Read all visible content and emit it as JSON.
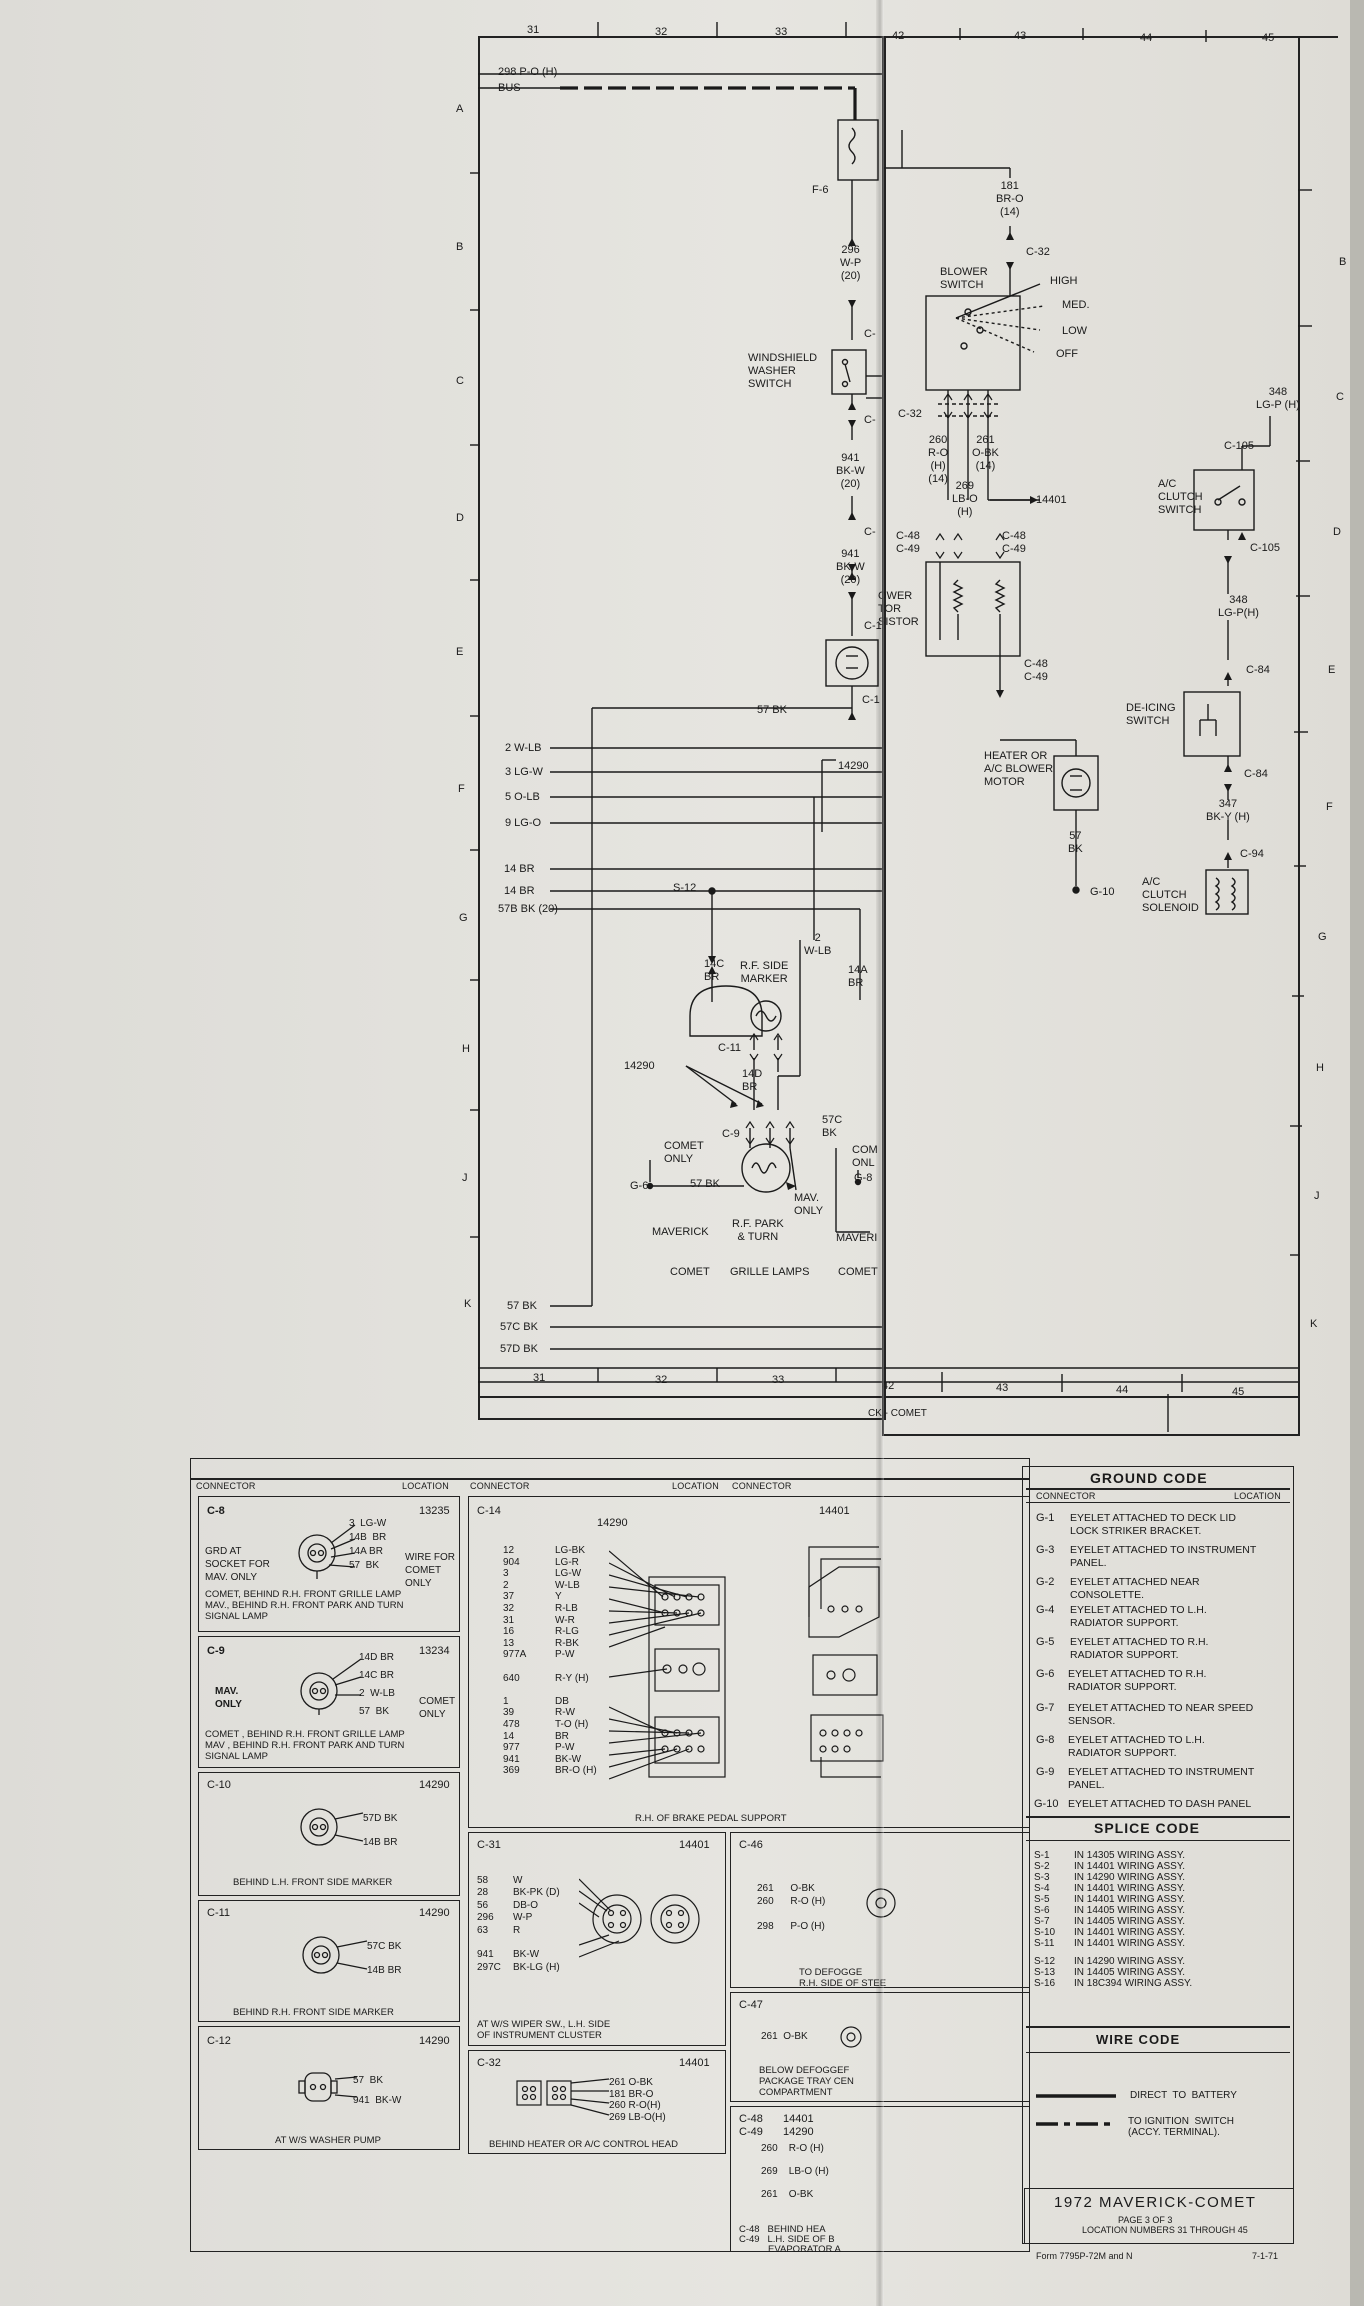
{
  "title": "1972 MAVERICK-COMET",
  "title_page": "PAGE 3 OF 3",
  "title_locations": "LOCATION NUMBERS 31 THROUGH 45",
  "form_no": "Form 7795P-72M and N",
  "date": "7-1-71",
  "bottom_caption": "CK - COMET",
  "columns": [
    "31",
    "32",
    "33",
    "42",
    "43",
    "44",
    "45"
  ],
  "rows": [
    "A",
    "B",
    "C",
    "D",
    "E",
    "F",
    "G",
    "H",
    "J",
    "K"
  ],
  "left_wires": [
    "298 P-O (H)",
    "BUS",
    "2 W-LB",
    "3 LG-W",
    "5 O-LB",
    "9 LG-O",
    "14 BR",
    "14 BR",
    "57B BK (20)",
    "57 BK",
    "57C BK",
    "57D BK"
  ],
  "labels": {
    "f6": "F-6",
    "w296": "296\nW-P\n(20)",
    "c_a": "C-",
    "washer": "WINDSHIELD\nWASHER\nSWITCH",
    "c_b": "C-",
    "w941a": "941\nBK-W\n(20)",
    "c_c": "C-",
    "w941b": "941\nBK-W\n(20)",
    "resistor": "OWER\nTOR\nSISTOR",
    "c_d": "C-1",
    "bk57": "57 BK",
    "c_e": "C-1",
    "w14290": "14290",
    "s12": "S-12",
    "w14c": "14C\nBR",
    "w2": "2\nW-LB",
    "w14a": "14A\nBR",
    "rfside": "R.F. SIDE\nMARKER",
    "c11": "C-11",
    "w14290b": "14290",
    "w14d": "14D\nBR",
    "c9": "C-9",
    "w57c": "57C\nBK",
    "comet_only": "COMET\nONLY",
    "g6": "G-6",
    "bk57b": "57 BK",
    "mavonly": "MAV.\nONLY",
    "comet_only2": "COM\nONL",
    "g8": "G-8",
    "maverick": "MAVERICK",
    "rfpark": "R.F. PARK\n& TURN",
    "maverick2": "MAVERI",
    "comet": "COMET",
    "grille": "GRILLE LAMPS",
    "comet2": "COMET",
    "w181": "181\nBR-O\n(14)",
    "c32a": "C-32",
    "blower": "BLOWER\nSWITCH",
    "high": "HIGH",
    "med": "MED.",
    "low": "LOW",
    "off": "OFF",
    "c32b": "C-32",
    "w260": "260\nR-O\n(H)\n(14)",
    "w261": "261\nO-BK\n(14)",
    "w269": "269\nLB-O\n(H)",
    "w14401": "14401",
    "c48a": "C-48\nC-49",
    "c48b": "C-48\nC-49",
    "c48c": "C-48\nC-49",
    "w348a": "348\nLG-P (H)",
    "c105a": "C-105",
    "acclutch": "A/C\nCLUTCH\nSWITCH",
    "c105b": "C-105",
    "w348b": "348\nLG-P(H)",
    "c84a": "C-84",
    "deicing": "DE-ICING\nSWITCH",
    "c84b": "C-84",
    "w347": "347\nBK-Y (H)",
    "c94": "C-94",
    "heater": "HEATER OR\nA/C BLOWER\nMOTOR",
    "w57bk": "57\nBK",
    "g10": "G-10",
    "solenoid": "A/C\nCLUTCH\nSOLENOID"
  },
  "table_headers": {
    "connector": "CONNECTOR",
    "location": "LOCATION",
    "connector2": "CONNECTOR",
    "location2": "LOCATION",
    "connector3": "CONNECTOR"
  },
  "connectors": {
    "c8": {
      "id": "C-8",
      "num": "13235",
      "pins": "3  LG-W\n14B  BR\n14A BR\n57  BK",
      "side": "GRD AT\nSOCKET FOR\nMAV. ONLY",
      "note": "WIRE FOR\nCOMET\nONLY",
      "caption": "COMET, BEHIND R.H. FRONT GRILLE LAMP\nMAV., BEHIND R.H. FRONT PARK AND TURN\nSIGNAL LAMP"
    },
    "c9": {
      "id": "C-9",
      "num": "13234",
      "pins": "14D BR\n14C BR\n2  W-LB\n57  BK",
      "side": "MAV.\nONLY",
      "note": "COMET\nONLY",
      "caption": "COMET , BEHIND R.H. FRONT GRILLE LAMP\nMAV , BEHIND R.H. FRONT PARK AND TURN\nSIGNAL LAMP"
    },
    "c10": {
      "id": "C-10",
      "num": "14290",
      "pins": "57D BK\n14B BR",
      "caption": "BEHIND L.H. FRONT SIDE MARKER"
    },
    "c11": {
      "id": "C-11",
      "num": "14290",
      "pins": "57C BK\n14B BR",
      "caption": "BEHIND R.H. FRONT SIDE MARKER"
    },
    "c12": {
      "id": "C-12",
      "num": "14290",
      "pins": "57  BK\n941  BK-W",
      "caption": "AT W/S WASHER PUMP"
    },
    "c14": {
      "id": "C-14",
      "num": "14290",
      "num2": "14401",
      "nums": "12\n904\n3\n2\n37\n32\n31\n16\n13\n977A\n\n640\n\n1\n39\n478\n14\n977\n941\n369",
      "colors": "LG-BK\nLG-R\nLG-W\nW-LB\nY\nR-LB\nW-R\nR-LG\nR-BK\nP-W\n\nR-Y (H)\n\nDB\nR-W\nT-O (H)\nBR\nP-W\nBK-W\nBR-O (H)",
      "caption": "R.H. OF BRAKE PEDAL SUPPORT"
    },
    "c31": {
      "id": "C-31",
      "num": "14401",
      "nums": "58\n28\n56\n296\n63\n\n941\n297C",
      "colors": "W\nBK-PK (D)\nDB-O\nW-P\nR\n\nBK-W\nBK-LG (H)",
      "caption": "AT W/S WIPER SW., L.H. SIDE\nOF INSTRUMENT CLUSTER"
    },
    "c32": {
      "id": "C-32",
      "num": "14401",
      "pins": "261 O-BK\n181 BR-O\n260 R-O(H)\n269 LB-O(H)",
      "caption": "BEHIND HEATER OR A/C CONTROL HEAD"
    },
    "c46": {
      "id": "C-46",
      "pins": "261      O-BK\n260      R-O (H)\n\n298      P-O (H)",
      "caption": "TO DEFOGGE\nR.H. SIDE OF STEE"
    },
    "c47": {
      "id": "C-47",
      "pins": "261  O-BK",
      "caption": "BELOW DEFOGGEF\nPACKAGE TRAY CEN\nCOMPARTMENT"
    },
    "c48": {
      "id": "C-48\nC-49",
      "num": "14401\n14290",
      "pins": "260    R-O (H)\n\n269    LB-O (H)\n\n261    O-BK",
      "caption": "C-48   BEHIND HEA\nC-49   L.H. SIDE OF B\n           EVAPORATOR A"
    }
  },
  "ground_code": {
    "heading": "GROUND CODE",
    "col1": "CONNECTOR",
    "col2": "LOCATION",
    "items": [
      {
        "code": "G-1",
        "text": "EYELET ATTACHED TO DECK LID\nLOCK STRIKER BRACKET."
      },
      {
        "code": "G-3",
        "text": "EYELET ATTACHED TO INSTRUMENT\nPANEL."
      },
      {
        "code": "G-2",
        "text": "EYELET ATTACHED NEAR\nCONSOLETTE."
      },
      {
        "code": "G-4",
        "text": "EYELET ATTACHED TO L.H.\nRADIATOR SUPPORT."
      },
      {
        "code": "G-5",
        "text": "EYELET ATTACHED TO R.H.\nRADIATOR SUPPORT."
      },
      {
        "code": "G-6",
        "text": "EYELET ATTACHED TO R.H.\nRADIATOR SUPPORT."
      },
      {
        "code": "G-7",
        "text": "EYELET ATTACHED TO NEAR SPEED\nSENSOR."
      },
      {
        "code": "G-8",
        "text": "EYELET ATTACHED TO L.H.\nRADIATOR SUPPORT."
      },
      {
        "code": "G-9",
        "text": "EYELET ATTACHED TO INSTRUMENT\nPANEL."
      },
      {
        "code": "G-10",
        "text": "EYELET ATTACHED TO DASH PANEL"
      }
    ]
  },
  "splice_code": {
    "heading": "SPLICE CODE",
    "items": [
      {
        "code": "S-1",
        "text": "IN 14305 WIRING ASSY."
      },
      {
        "code": "S-2",
        "text": "IN 14401 WIRING ASSY."
      },
      {
        "code": "S-3",
        "text": "IN 14290 WIRING ASSY."
      },
      {
        "code": "S-4",
        "text": "IN 14401 WIRING ASSY."
      },
      {
        "code": "S-5",
        "text": "IN 14401 WIRING ASSY."
      },
      {
        "code": "S-6",
        "text": "IN 14405 WIRING ASSY."
      },
      {
        "code": "S-7",
        "text": "IN 14405 WIRING ASSY."
      },
      {
        "code": "S-10",
        "text": "IN 14401 WIRING ASSY."
      },
      {
        "code": "S-11",
        "text": "IN 14401 WIRING ASSY."
      },
      {
        "code": "S-12",
        "text": "IN 14290 WIRING ASSY."
      },
      {
        "code": "S-13",
        "text": "IN 14405 WIRING ASSY."
      },
      {
        "code": "S-16",
        "text": "IN 18C394 WIRING ASSY."
      }
    ]
  },
  "wire_code": {
    "heading": "WIRE CODE",
    "battery": "DIRECT  TO  BATTERY",
    "ignition": "TO IGNITION  SWITCH\n(ACCY. TERMINAL)."
  },
  "colors": {
    "ink": "#1a1a1a",
    "paper": "#e2e1dc"
  }
}
